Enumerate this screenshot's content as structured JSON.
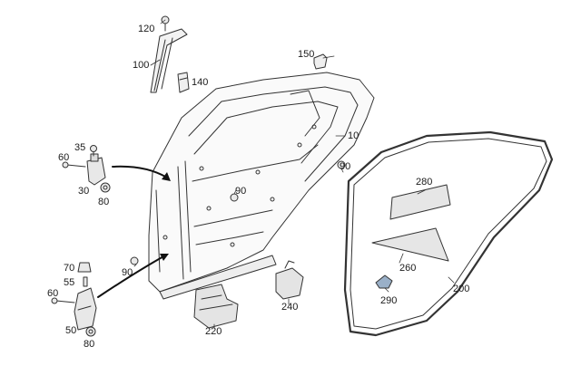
{
  "callouts": [
    {
      "id": "120",
      "label": "120"
    },
    {
      "id": "100",
      "label": "100"
    },
    {
      "id": "140",
      "label": "140"
    },
    {
      "id": "150",
      "label": "150"
    },
    {
      "id": "10",
      "label": "10"
    },
    {
      "id": "35",
      "label": "35"
    },
    {
      "id": "60a",
      "label": "60"
    },
    {
      "id": "30",
      "label": "30"
    },
    {
      "id": "80a",
      "label": "80"
    },
    {
      "id": "90a",
      "label": "90"
    },
    {
      "id": "90b",
      "label": "90"
    },
    {
      "id": "90c",
      "label": "90"
    },
    {
      "id": "70",
      "label": "70"
    },
    {
      "id": "55",
      "label": "55"
    },
    {
      "id": "60b",
      "label": "60"
    },
    {
      "id": "50",
      "label": "50"
    },
    {
      "id": "80b",
      "label": "80"
    },
    {
      "id": "220",
      "label": "220"
    },
    {
      "id": "240",
      "label": "240"
    },
    {
      "id": "280",
      "label": "280"
    },
    {
      "id": "260",
      "label": "260"
    },
    {
      "id": "290",
      "label": "290"
    },
    {
      "id": "200",
      "label": "200"
    }
  ]
}
